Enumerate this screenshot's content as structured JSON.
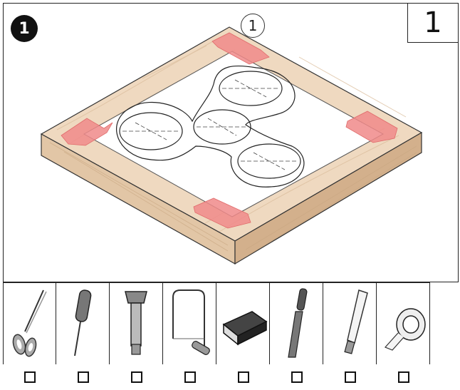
{
  "step_number": "1",
  "page_number": "1",
  "callout": "1",
  "colors": {
    "wood_top": "#efd9c0",
    "wood_side": "#d8b896",
    "wood_front": "#e7cdb0",
    "tape": "#f08a8a",
    "paper": "#ffffff",
    "outline": "#1a1a1a"
  },
  "tools": [
    {
      "icon": "scissors-icon"
    },
    {
      "icon": "awl-icon"
    },
    {
      "icon": "forstner-drill-bit-icon"
    },
    {
      "icon": "coping-saw-icon"
    },
    {
      "icon": "sanding-block-icon"
    },
    {
      "icon": "file-icon"
    },
    {
      "icon": "glue-tube-icon"
    },
    {
      "icon": "tape-roll-icon"
    }
  ]
}
